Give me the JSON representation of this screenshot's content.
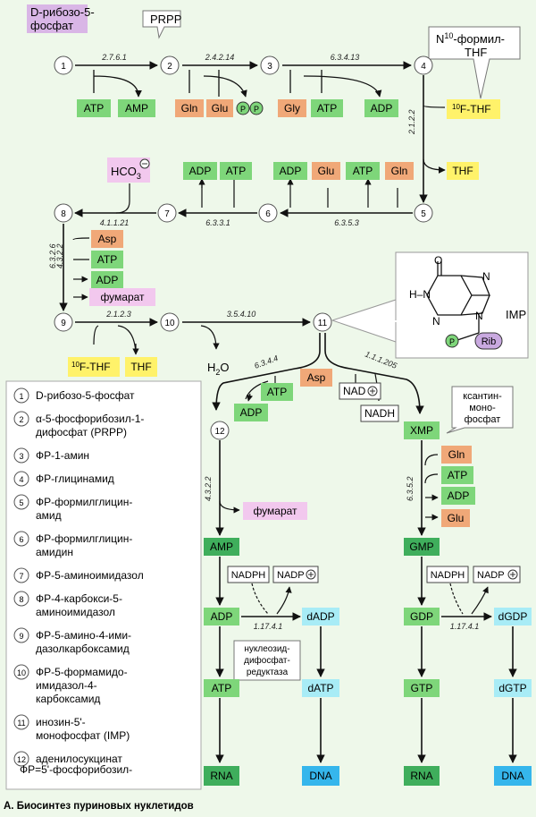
{
  "colors": {
    "bg": "#eef8ea",
    "green": "#7ed67a",
    "orange": "#f0a878",
    "yellow": "#fff26a",
    "pink": "#f2c8ee",
    "cyan": "#a8ecf6",
    "blue": "#35b6ec",
    "darkgreen": "#3fae5c",
    "purple": "#d9b6e6",
    "white": "#ffffff"
  },
  "texts": {
    "d_ribose_l1": "D-рибозо-5-",
    "d_ribose_l2": "фосфат",
    "prpp": "PRPP",
    "n10_l1": "N",
    "n10_sup": "10",
    "n10_l1b": "-формил-",
    "n10_l2": "THF",
    "hco3": "HCO",
    "hco3_sub": "3",
    "h2o": "H",
    "h2o_sub": "2",
    "h2o_o": "O",
    "imp": "IMP",
    "xanthine_l1": "ксантин-",
    "xanthine_l2": "моно-",
    "xanthine_l3": "фосфат",
    "nucleoside_l1": "нуклеозид-",
    "nucleoside_l2": "дифосфат-",
    "nucleoside_l3": "редуктаза",
    "caption": "А. Биосинтез пуриновых нуклетидов",
    "atom_o": "O",
    "atom_hn": "H–N",
    "atom_n": "N",
    "rib": "Rib",
    "p": "P"
  },
  "nodes": [
    "1",
    "2",
    "3",
    "4",
    "5",
    "6",
    "7",
    "8",
    "9",
    "10",
    "11",
    "12"
  ],
  "ec": [
    "2.7.6.1",
    "2.4.2.14",
    "6.3.4.13",
    "2.1.2.2",
    "6.3.5.3",
    "6.3.3.1",
    "4.1.1.21",
    "6.3.2.6",
    "4.3.2.2",
    "2.1.2.3",
    "3.5.4.10",
    "6.3.4.4",
    "1.1.1.205",
    "4.3.2.2",
    "6.3.5.2",
    "1.17.4.1",
    "1.17.4.1"
  ],
  "boxes": {
    "atp": "ATP",
    "amp": "AMP",
    "gln": "Gln",
    "glu": "Glu",
    "gly": "Gly",
    "adp": "ADP",
    "f10thf_pre": "10",
    "f10thf": "F-THF",
    "thf": "THF",
    "asp": "Asp",
    "fumarate": "фумарат",
    "nad": "NAD",
    "nadh": "NADH",
    "xmp": "XMP",
    "gmp": "GMP",
    "gdp": "GDP",
    "dgdp": "dGDP",
    "gtp": "GTP",
    "dgtp": "dGTP",
    "dadp": "dADP",
    "datp": "dATP",
    "rna": "RNA",
    "dna": "DNA",
    "nadph": "NADPH",
    "nadp": "NADP"
  },
  "legend": [
    {
      "n": "1",
      "lines": [
        "D-рибозо-5-фосфат"
      ]
    },
    {
      "n": "2",
      "lines": [
        "α-5-фосфорибозил-1-",
        "дифосфат (PRPP)"
      ]
    },
    {
      "n": "3",
      "lines": [
        "ФР-1-амин"
      ]
    },
    {
      "n": "4",
      "lines": [
        "ФР-глицинамид"
      ]
    },
    {
      "n": "5",
      "lines": [
        "ФР-формилглицин-",
        "амид"
      ]
    },
    {
      "n": "6",
      "lines": [
        "ФР-формилглицин-",
        "амидин"
      ]
    },
    {
      "n": "7",
      "lines": [
        "ФР-5-аминоимидазол"
      ]
    },
    {
      "n": "8",
      "lines": [
        "ФР-4-карбокси-5-",
        "аминоимидазол"
      ]
    },
    {
      "n": "9",
      "lines": [
        "ФР-5-амино-4-ими-",
        "дазолкарбоксамид"
      ]
    },
    {
      "n": "10",
      "lines": [
        "ФР-5-формамидо-",
        "имидазол-4-",
        "карбоксамид"
      ]
    },
    {
      "n": "11",
      "lines": [
        "инозин-5'-",
        "монофосфат (IMP)"
      ]
    },
    {
      "n": "12",
      "lines": [
        "аденилосукцинат"
      ]
    }
  ],
  "legend_footer": "ФР=5'-фосфорибозил-"
}
